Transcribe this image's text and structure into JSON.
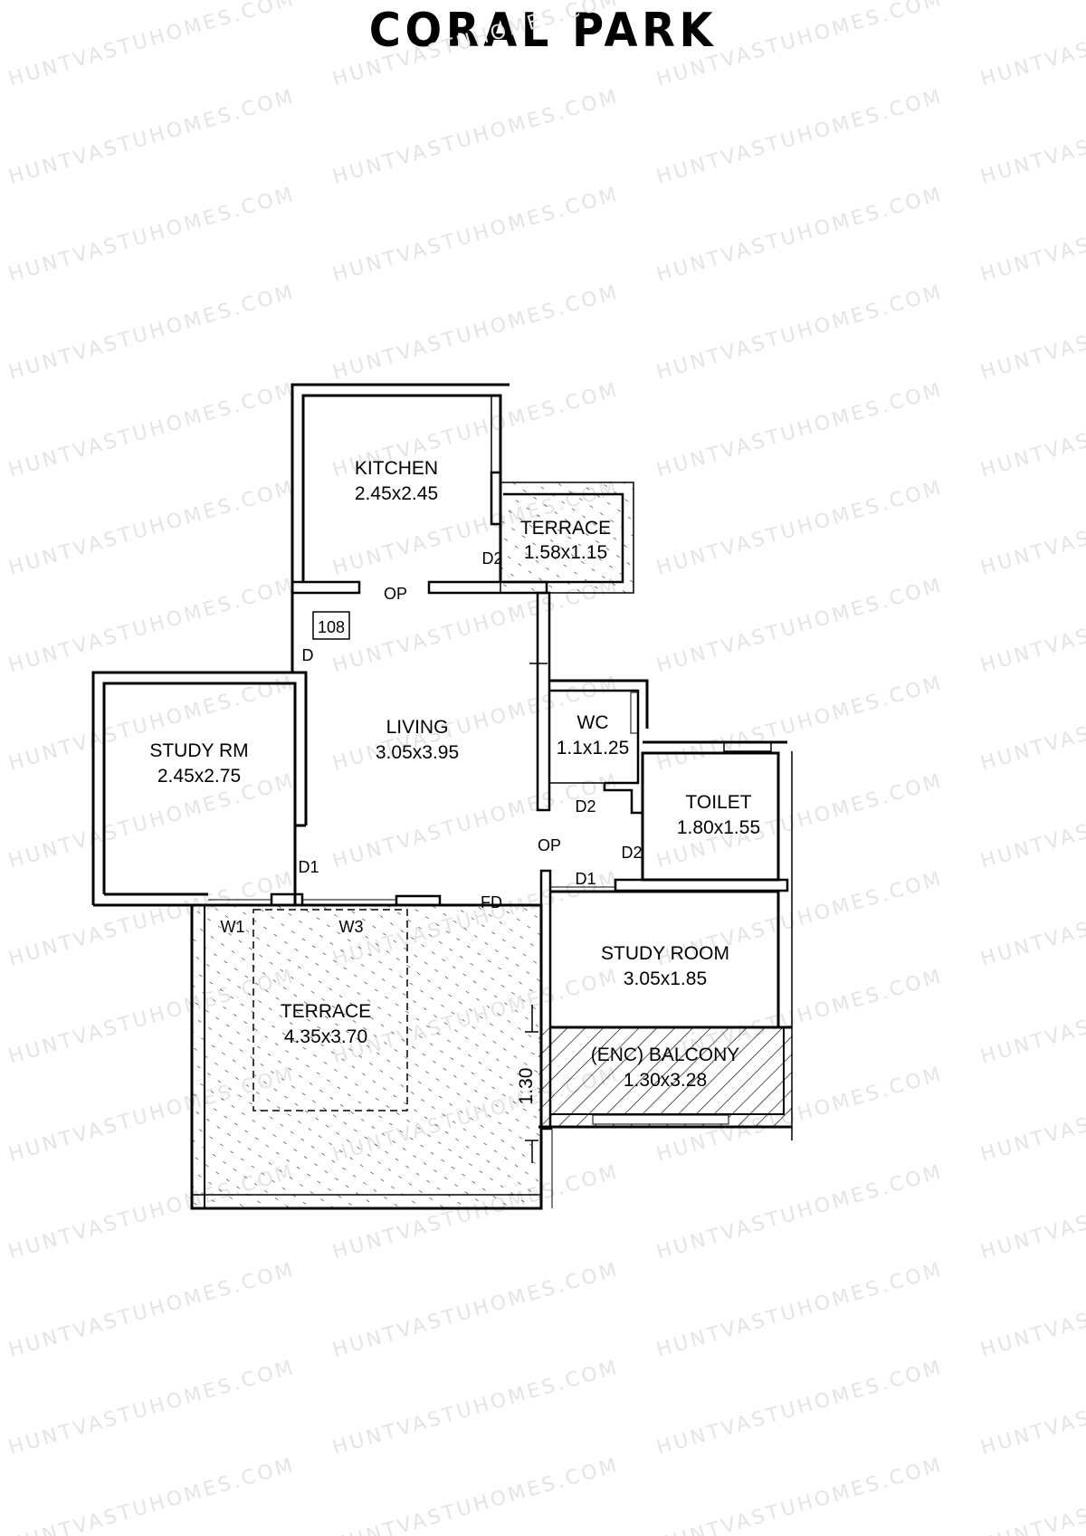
{
  "title": "CORAL PARK",
  "watermark": "HUNTVASTUHOMES.COM",
  "floor_plan": {
    "unit_number": "108",
    "rooms": [
      {
        "id": "kitchen",
        "name": "KITCHEN",
        "size": "2.45x2.45"
      },
      {
        "id": "kitchen_terrace",
        "name": "TERRACE",
        "size": "1.58x1.15"
      },
      {
        "id": "living",
        "name": "LIVING",
        "size": "3.05x3.95"
      },
      {
        "id": "study_rm",
        "name": "STUDY RM",
        "size": "2.45x2.75"
      },
      {
        "id": "wc",
        "name": "WC",
        "size": "1.1x1.25"
      },
      {
        "id": "toilet",
        "name": "TOILET",
        "size": "1.80x1.55"
      },
      {
        "id": "study_room",
        "name": "STUDY ROOM",
        "size": "3.05x1.85"
      },
      {
        "id": "balcony",
        "name": "(ENC) BALCONY",
        "size": "1.30x3.28"
      },
      {
        "id": "terrace",
        "name": "TERRACE",
        "size": "4.35x3.70"
      }
    ],
    "openings": {
      "kitchen_terrace_door": "D2",
      "kitchen_opening": "OP",
      "main_door": "D",
      "study_rm_door": "D1",
      "wc_door": "D2",
      "passage_opening": "OP",
      "toilet_door": "D2",
      "study_room_door": "D1",
      "terrace_door": "FD",
      "window_1": "W1",
      "window_3": "W3"
    },
    "dimension_label": "1.30"
  }
}
